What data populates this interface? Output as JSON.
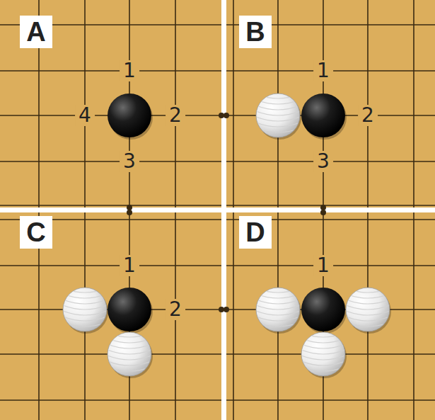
{
  "diagram": {
    "nodes": [
      {
        "text": [
          "A"
        ]
      },
      {
        "text": [
          "B"
        ]
      },
      {
        "text": [
          "C"
        ]
      },
      {
        "text": [
          "D"
        ]
      }
    ],
    "labels": [
      "1",
      "4",
      "2",
      "3",
      "1",
      "2",
      "3",
      "1",
      "2",
      "1"
    ]
  }
}
